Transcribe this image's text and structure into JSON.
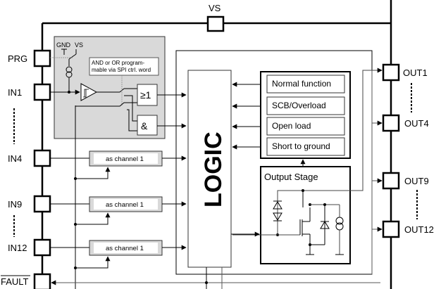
{
  "pins": {
    "vs": "VS",
    "prg": "PRG",
    "in1": "IN1",
    "in4": "IN4",
    "in9": "IN9",
    "in12": "IN12",
    "fault": "FAULT",
    "out1": "OUT1",
    "out4": "OUT4",
    "out9": "OUT9",
    "out12": "OUT12"
  },
  "channel1": {
    "gnd_label": "GND",
    "vs_label": "VS",
    "note_line1": "AND or OR program-",
    "note_line2": "mable via SPI ctrl. word",
    "or_gate": "≥1",
    "and_gate": "&"
  },
  "channels": [
    {
      "label": "as channel 1"
    },
    {
      "label": "as channel 1"
    },
    {
      "label": "as channel 1"
    }
  ],
  "logic": {
    "label": "LOGIC"
  },
  "diagnostics": [
    {
      "label": "Normal function"
    },
    {
      "label": "SCB/Overload"
    },
    {
      "label": "Open load"
    },
    {
      "label": "Short to ground"
    }
  ],
  "output_stage": {
    "label": "Output Stage"
  },
  "colors": {
    "line": "#000000",
    "gray_block": "#d9d9d9",
    "wire_gray": "#555555"
  }
}
